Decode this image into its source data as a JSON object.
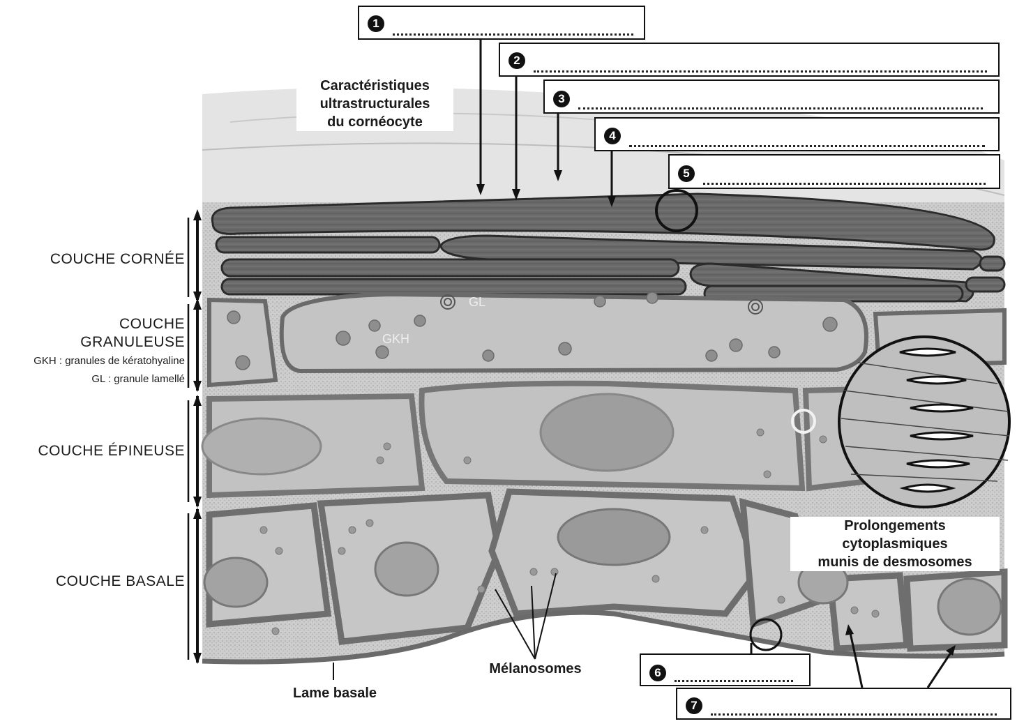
{
  "caption_corneocyte": [
    "Caractéristiques",
    "ultrastructurales",
    "du cornéocyte"
  ],
  "layers": {
    "cornee": "COUCHE CORNÉE",
    "granuleuse_line1": "COUCHE",
    "granuleuse_line2": "GRANULEUSE",
    "gkh_legend": "GKH : granules de kératohyaline",
    "gl_legend": "GL : granule lamellé",
    "epineuse": "COUCHE ÉPINEUSE",
    "basale": "COUCHE BASALE"
  },
  "inline_labels": {
    "gl": "GL",
    "gkh": "GKH"
  },
  "prolongements": [
    "Prolongements",
    "cytoplasmiques",
    "munis de desmosomes"
  ],
  "melanosomes": "Mélanosomes",
  "lame_basale": "Lame basale",
  "answer_boxes": [
    {
      "number": "1"
    },
    {
      "number": "2"
    },
    {
      "number": "3"
    },
    {
      "number": "4"
    },
    {
      "number": "5"
    },
    {
      "number": "6"
    },
    {
      "number": "7"
    }
  ],
  "colors": {
    "ink": "#1a1a1a",
    "tissue": "#cfcfcf",
    "corneocyte": "#6e6e6e",
    "membrane": "#8a8a8a"
  }
}
